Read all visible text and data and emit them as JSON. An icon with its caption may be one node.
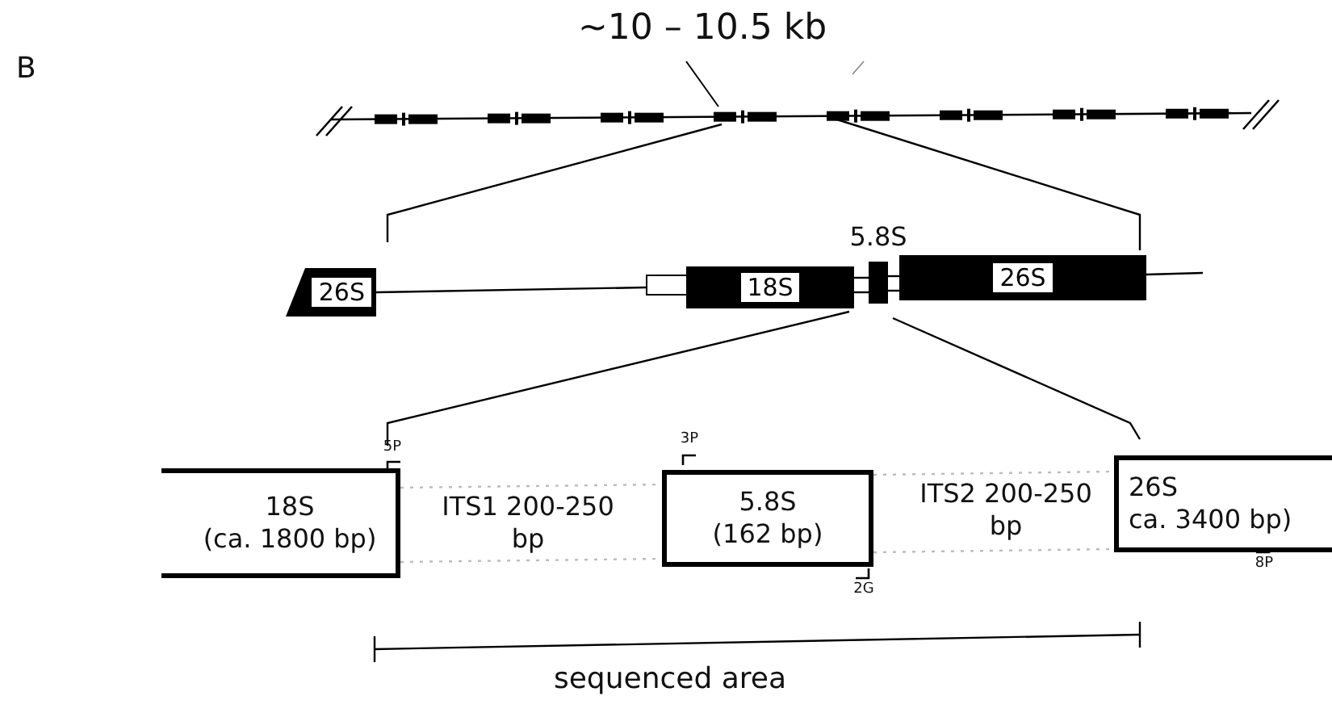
{
  "diagram": {
    "nodes": [
      {
        "text": [
          "26S"
        ]
      },
      {
        "text": [],
        "shape": "box"
      },
      {
        "text": [
          "18S"
        ]
      },
      {
        "text": [
          "5.8S"
        ]
      },
      {
        "text": [
          "26S"
        ]
      },
      {
        "text": [
          "18S",
          "(ca. 1800 bp)"
        ]
      },
      {
        "text": [
          "5.8S",
          "(162 bp)"
        ]
      },
      {
        "text": [
          "26S",
          "ca. 3400 bp)"
        ]
      }
    ],
    "edges": [
      {
        "from": 0,
        "to": 1,
        "arrow": "none"
      },
      {
        "from": 2,
        "to": 3,
        "arrow": "none"
      },
      {
        "from": 2,
        "to": 3,
        "arrow": "none"
      },
      {
        "from": 3,
        "to": 4,
        "arrow": "none"
      },
      {
        "from": 3,
        "to": 4,
        "arrow": "none"
      },
      {
        "from": 4,
        "to": null,
        "arrow": "none"
      },
      {
        "from": 5,
        "to": 6,
        "arrow": "none",
        "style": "dashed",
        "color": "#bbbbbb"
      },
      {
        "from": 5,
        "to": 6,
        "arrow": "none",
        "style": "dashed",
        "color": "#bbbbbb"
      },
      {
        "from": 6,
        "to": 7,
        "arrow": "none",
        "style": "dashed",
        "color": "#bbbbbb"
      },
      {
        "from": 6,
        "to": 7,
        "arrow": "none",
        "style": "dashed",
        "color": "#bbbbbb"
      }
    ],
    "labels": [
      "B",
      "~10 – 10.5 kb",
      "3P",
      "5P",
      "ITS1 200-250 bp",
      "ITS2 200-250 bp",
      "2G",
      "8P",
      "sequenced area"
    ]
  }
}
